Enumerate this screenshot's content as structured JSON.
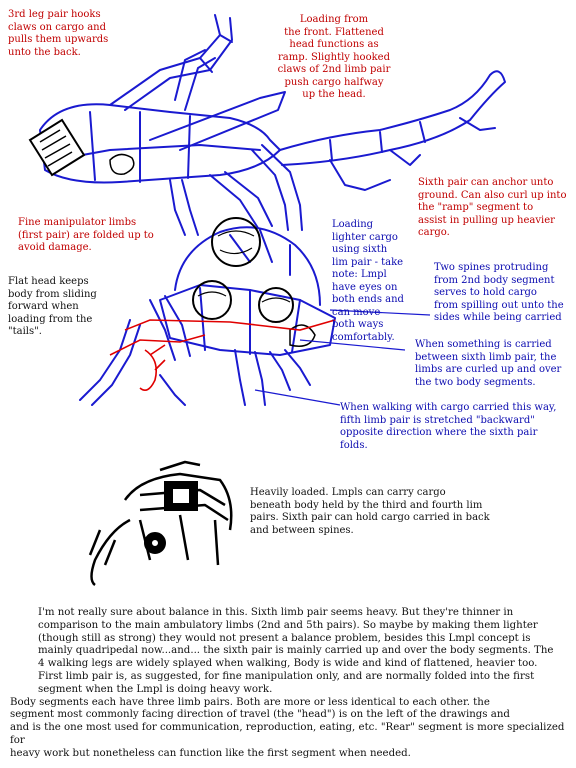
{
  "colors": {
    "red_text": "#c00000",
    "blue_text": "#0b0bb0",
    "black_text": "#111111",
    "sketch_blue": "#1a1ad0",
    "sketch_red": "#e00000",
    "sketch_black": "#000000"
  },
  "annotations": {
    "leg3_hooks": "3rd leg pair hooks\nclaws on cargo and\npulls them upwards\nunto the back.",
    "loading_front": "Loading from\nthe front. Flattened\nhead functions as\nramp. Slightly hooked\nclaws of 2nd limb pair\npush cargo halfway\nup the head.",
    "sixth_anchor": "Sixth pair can anchor unto\nground. Can also curl up into\nthe \"ramp\" segment to\nassist in pulling up heavier\ncargo.",
    "fine_manip": "Fine manipulator limbs\n(first pair) are folded up to\navoid damage.",
    "loading_lighter": "Loading\nlighter cargo\nusing sixth\nlim pair - take\nnote: Lmpl\nhave eyes on\nboth ends and\ncan move\nboth ways\ncomfortably.",
    "two_spines": "Two spines protruding\nfrom 2nd body segment\nserves to hold cargo\nfrom spilling out unto the\nsides while being carried",
    "flat_head": "Flat head keeps\nbody from sliding\nforward when\nloading from the\n\"tails\".",
    "carried_between": "When something is carried\nbetween sixth limb pair, the\nlimbs are curled up and over\nthe two body segments.",
    "walking_cargo": "When walking with cargo carried this way,\nfifth limb pair is stretched \"backward\"\nopposite direction where the sixth pair\nfolds.",
    "heavily_loaded": "Heavily loaded. Lmpls can carry cargo\nbeneath body held by the third and fourth lim\npairs. Sixth pair can hold cargo carried in back\nand between spines."
  },
  "body_paragraphs": {
    "p1": "I'm not really sure about balance in this. Sixth limb pair seems heavy. But they're thinner in\ncomparison to the main ambulatory limbs (2nd and 5th pairs). So maybe by making them lighter\n(though still as strong) they would not present a balance problem, besides this Lmpl concept is\nmainly quadripedal now...and... the sixth pair is mainly carried up and over the body segments. The\n4 walking legs are widely splayed when walking, Body is wide and kind of flattened, heavier too.\nFirst limb pair is, as suggested, for fine manipulation only, and are normally folded into the first\nsegment when the Lmpl is doing heavy work.",
    "p2": "Body segments each have three limb pairs. Both are more or less identical to each other. the\nsegment most commonly facing direction of travel (the \"head\") is on the left of the drawings and\nand is the one most used for communication, reproduction, eating, etc. \"Rear\" segment is more specialized for\nheavy work but nonetheless can function like the first segment when needed."
  },
  "icons": [
    "cargo-box-icon",
    "pointer-line-icon"
  ]
}
